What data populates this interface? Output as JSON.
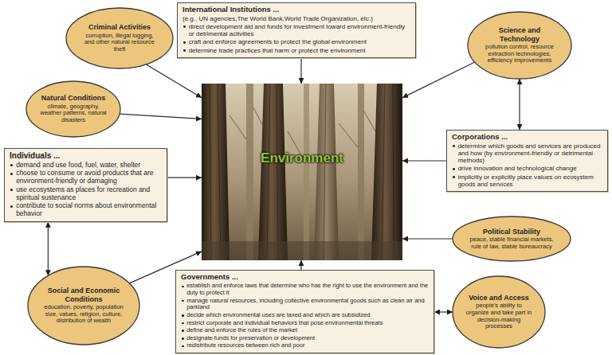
{
  "diagram": {
    "nodes": [
      {
        "text": [
          "Criminal Activities",
          "corruption, illegal logging, and other natural resource theft"
        ]
      },
      {
        "text": [
          "International Institutions ...",
          "(e.g., UN agencies,The World Bank,World Trade Organization, etc.)",
          "direct development aid and funds for investment toward environment-friendly or detrimental activities",
          "craft and enforce agreements to protect the global environment",
          "determine trade practices that harm or protect the environment"
        ]
      },
      {
        "text": [
          "Science and Technology",
          "pollution control, resource extraction technologies, efficiency improvements"
        ]
      },
      {
        "text": [
          "Natural Conditions",
          "climate, geography, weather patterns, natural disasters"
        ]
      },
      {
        "text": [
          "Environment"
        ]
      },
      {
        "text": [
          "Corporations ...",
          "determine which goods and services are produced and how (by environment-friendly or detrimental methods)",
          "drive innovation and technological change",
          "implicitly or explicitly place values on ecosystem goods and services"
        ]
      },
      {
        "text": [
          "Individuals ...",
          "demand and use food, fuel, water, shelter",
          "choose to consume or avoid products that are environment-friendly or damaging",
          "use ecosystems as places for recreation and spiritual sustenance",
          "contribute to social norms about environmental behavior"
        ]
      },
      {
        "text": [
          "Political Stability",
          "peace, stable financial markets, rule of law, stable bureaucracy"
        ]
      },
      {
        "text": [
          "Social and Economic Conditions",
          "education, poverty, population size, values, religion, culture, distribution of wealth"
        ]
      },
      {
        "text": [
          "Governments ...",
          "establish and enforce laws that determine who has the right to use the environment and the duty to protect it",
          "manage natural resources, including collective environmental goods such as clean air and parkland",
          "decide which environmental uses are taxed and which are subsidized",
          "restrict corporate and individual behaviors that pose environmental threats",
          "define and enforce the rules of the market",
          "designate funds for preservation or development",
          "redistribute resources between rich and poor"
        ]
      },
      {
        "text": [
          "Voice and Access",
          "people’s ability to organize and take part in decision-making processes"
        ]
      }
    ],
    "edges": [
      {
        "from": 0,
        "to": 4,
        "arrow": "to"
      },
      {
        "from": 1,
        "to": 4,
        "arrow": "to"
      },
      {
        "from": 2,
        "to": 4,
        "arrow": "to"
      },
      {
        "from": 3,
        "to": 4,
        "arrow": "to"
      },
      {
        "from": 5,
        "to": 4,
        "arrow": "to"
      },
      {
        "from": 2,
        "to": 5,
        "arrow": "both"
      },
      {
        "from": 6,
        "to": 4,
        "arrow": "to"
      },
      {
        "from": 6,
        "to": 8,
        "arrow": "both"
      },
      {
        "from": 7,
        "to": 4,
        "arrow": "to"
      },
      {
        "from": 8,
        "to": 4,
        "arrow": "to"
      },
      {
        "from": 9,
        "to": 4,
        "arrow": "to"
      },
      {
        "from": 10,
        "to": 9,
        "arrow": "both"
      }
    ]
  }
}
